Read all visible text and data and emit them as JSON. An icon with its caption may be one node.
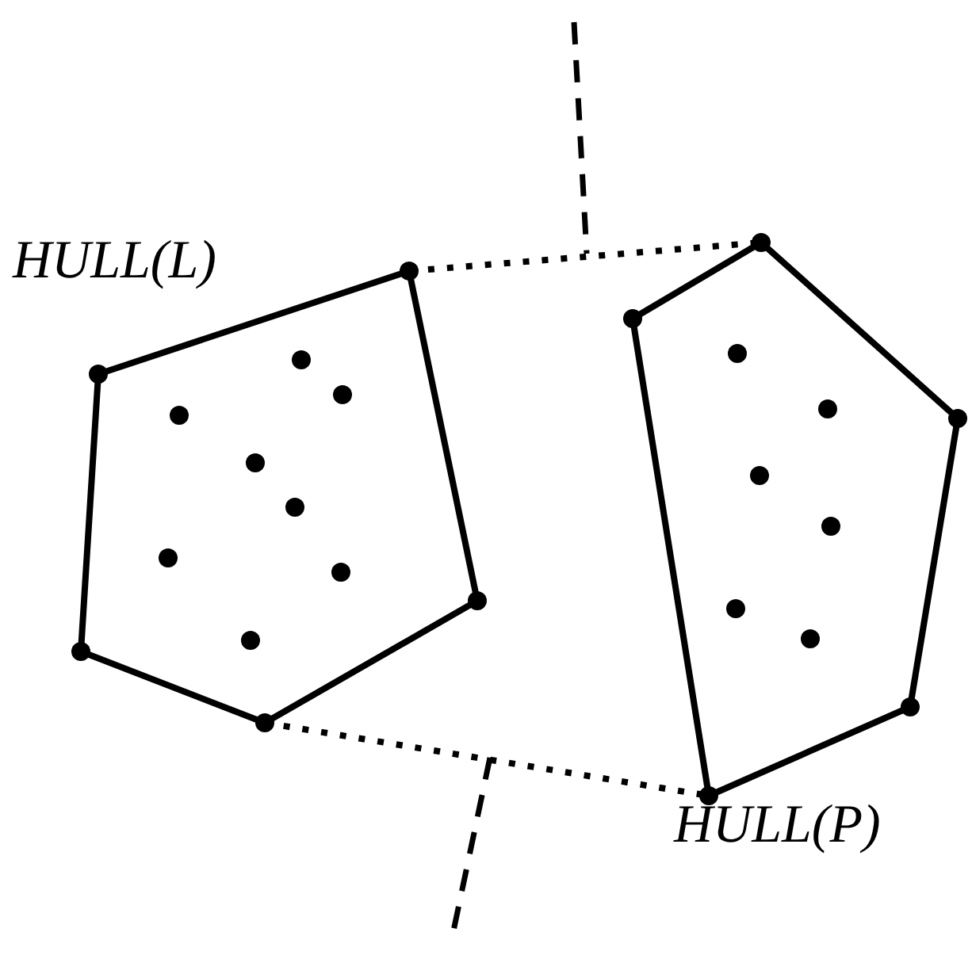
{
  "diagram": {
    "nodes": [
      {
        "text": [
          "HULL(L)"
        ]
      },
      {
        "text": [
          "HULL(P)"
        ]
      }
    ],
    "edges": [
      {
        "from": 0,
        "to": 1,
        "arrow": "none"
      },
      {
        "from": 0,
        "to": 1,
        "arrow": "none"
      }
    ]
  }
}
